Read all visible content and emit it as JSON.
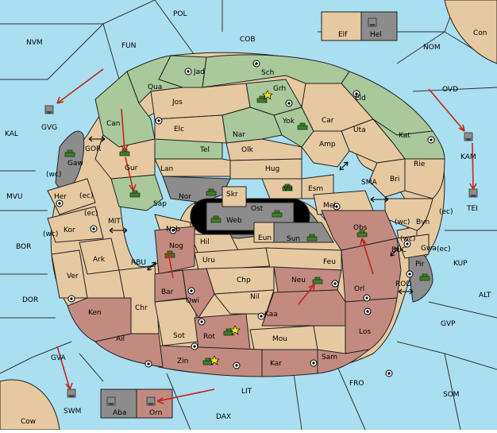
{
  "board": {
    "colors": {
      "sea": "#a9dff0",
      "neutral": "#e6c9a0",
      "green_power": "#a9c99b",
      "rose_power": "#c38a80",
      "grey_power": "#8c8c8c",
      "order_arrow": "#c0271c"
    },
    "sea_labels": {
      "pol": "POL",
      "nvm": "NVM",
      "fun": "FUN",
      "cob": "COB",
      "nom": "NOM",
      "ovd": "OVD",
      "kal": "KAL",
      "mvu": "MVU",
      "bor": "BOR",
      "dor": "DOR",
      "gva": "GVA",
      "lit": "LIT",
      "dax": "DAX",
      "fro": "FRO",
      "som": "SOM",
      "gvp": "GVP",
      "alt": "ALT",
      "kup": "KUP",
      "gor": "GOR",
      "mit": "MIT",
      "rbu": "RBU",
      "sma": "SMA",
      "buc": "BUC",
      "rod": "ROD"
    },
    "land_labels": {
      "jad": "Jad",
      "sch": "Sch",
      "qua": "Qua",
      "jos": "Jos",
      "grh": "Grh",
      "eld": "Eld",
      "can": "Can",
      "yok": "Yok",
      "car": "Car",
      "uta": "Uta",
      "elc": "Elc",
      "nar": "Nar",
      "kat": "Kat",
      "tel": "Tel",
      "olk": "Olk",
      "amp": "Amp",
      "lan": "Lan",
      "hug": "Hug",
      "rie": "Rie",
      "gur": "Gur",
      "bri": "Bri",
      "gaw": "Gaw",
      "nor": "Nor",
      "skr": "Skr",
      "vil": "Vil",
      "esm": "Esm",
      "her": "Her",
      "sap": "Sap",
      "ost": "Ost",
      "mel": "Mel",
      "web": "Web",
      "kor": "Kor",
      "nab": "Nab",
      "eun": "Eun",
      "sun": "Sun",
      "obs": "Obs",
      "byn": "Byn",
      "hil": "Hil",
      "gwa": "Gwa",
      "ark": "Ark",
      "nog": "Nog",
      "uru": "Uru",
      "feu": "Feu",
      "pir": "Pir",
      "chp": "Chp",
      "ver": "Ver",
      "neu": "Neu",
      "orl": "Orl",
      "bar": "Bar",
      "qwi": "Qwi",
      "nil": "Nil",
      "ken": "Ken",
      "chr": "Chr",
      "kaa": "Kaa",
      "los": "Los",
      "ail": "Ail",
      "sot": "Sot",
      "rot": "Rot",
      "mou": "Mou",
      "zin": "Zin",
      "kar": "Kar",
      "sam": "Sam",
      "con": "Con",
      "cow": "Cow",
      "gvg": "GVG",
      "kam": "KAM",
      "tei": "TEI",
      "swm": "SWM"
    },
    "coast_labels": {
      "her_wc": "(wc)",
      "her_ec": "(ec)",
      "kor_ec": "(ec)",
      "kor_wc": "(wc)",
      "byn_wc": "(wc)",
      "byn_ec": "(ec)",
      "gwa_wc": "(wc)",
      "gwa_ec": "(ec)"
    },
    "home_boxes": {
      "elf": "Elf",
      "hel": "Hel",
      "aba": "Aba",
      "orn": "Orn"
    }
  }
}
